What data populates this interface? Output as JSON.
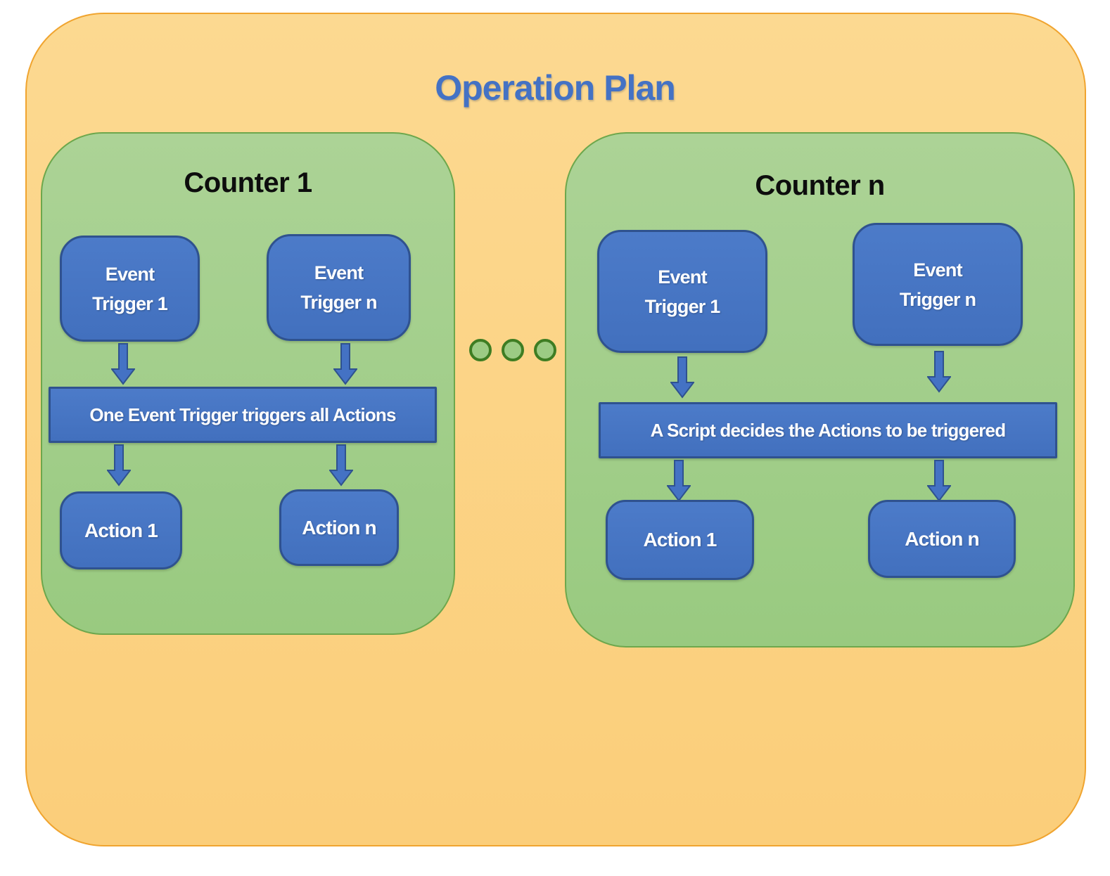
{
  "title": "Operation Plan",
  "counters": [
    {
      "title": "Counter 1",
      "event_triggers": [
        {
          "line1": "Event",
          "line2": "Trigger 1"
        },
        {
          "line1": "Event",
          "line2": "Trigger n"
        }
      ],
      "rule": "One Event Trigger triggers all Actions",
      "actions": [
        "Action 1",
        "Action n"
      ]
    },
    {
      "title": "Counter n",
      "event_triggers": [
        {
          "line1": "Event",
          "line2": "Trigger 1"
        },
        {
          "line1": "Event",
          "line2": "Trigger n"
        }
      ],
      "rule": "A Script decides the Actions to be triggered",
      "actions": [
        "Action 1",
        "Action n"
      ]
    }
  ],
  "colors": {
    "accent_blue": "#4472C4",
    "blue_border": "#2F528F",
    "green_fill_top": "#ACD396",
    "green_fill_bottom": "#99CA80",
    "green_border": "#6DA74C",
    "orange_fill_top": "#FCD991",
    "orange_fill_bottom": "#FBCE7A",
    "orange_border": "#F0A42F",
    "dot_fill": "#9CCB84",
    "dot_border": "#3E7D23",
    "title_text": "#4472C4",
    "counter_title_text": "#0D0D0D",
    "node_text": "#FFFFFF"
  }
}
